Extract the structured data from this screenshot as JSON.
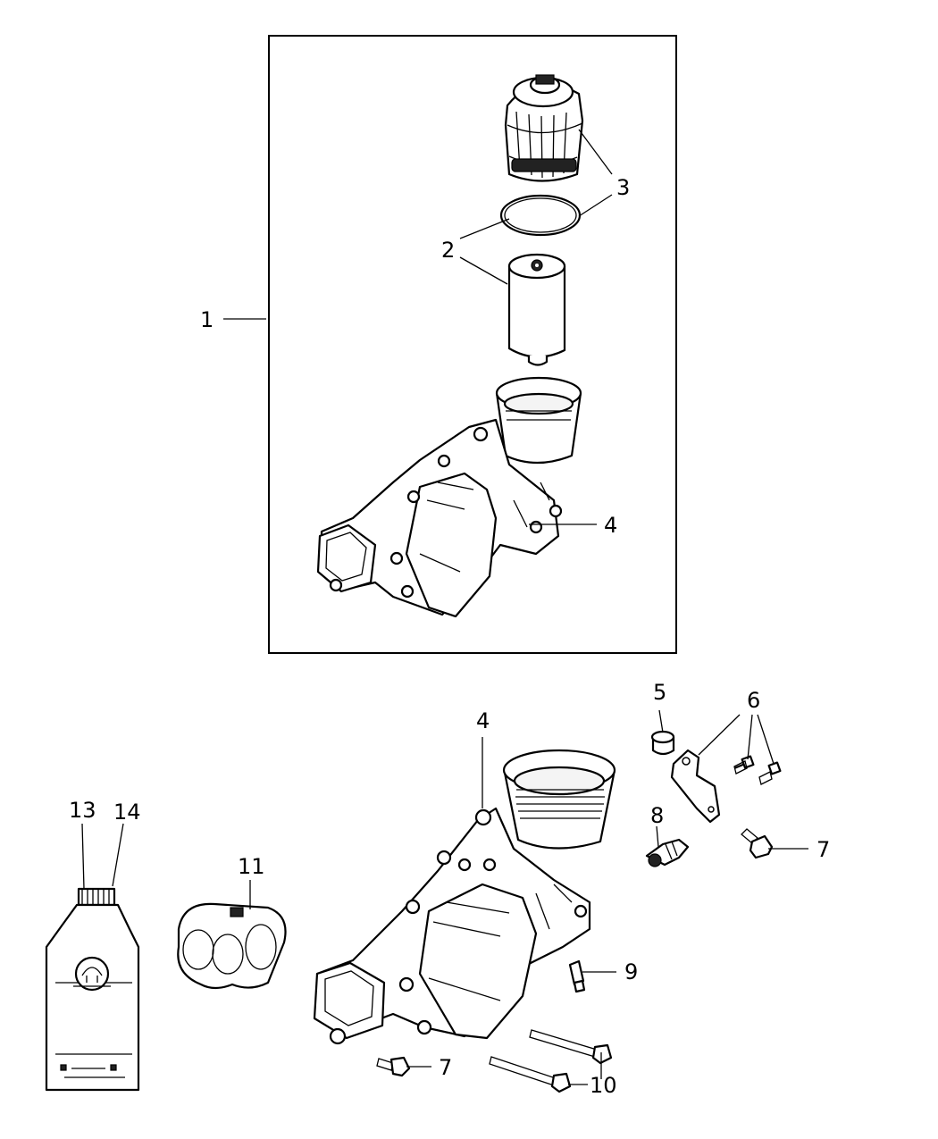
{
  "callouts": {
    "c1": "1",
    "c2": "2",
    "c3": "3",
    "c4_top": "4",
    "c4_bottom": "4",
    "c5": "5",
    "c6": "6",
    "c7_right": "7",
    "c7_bottom": "7",
    "c8": "8",
    "c9": "9",
    "c10": "10",
    "c11": "11",
    "c13": "13",
    "c14": "14"
  }
}
